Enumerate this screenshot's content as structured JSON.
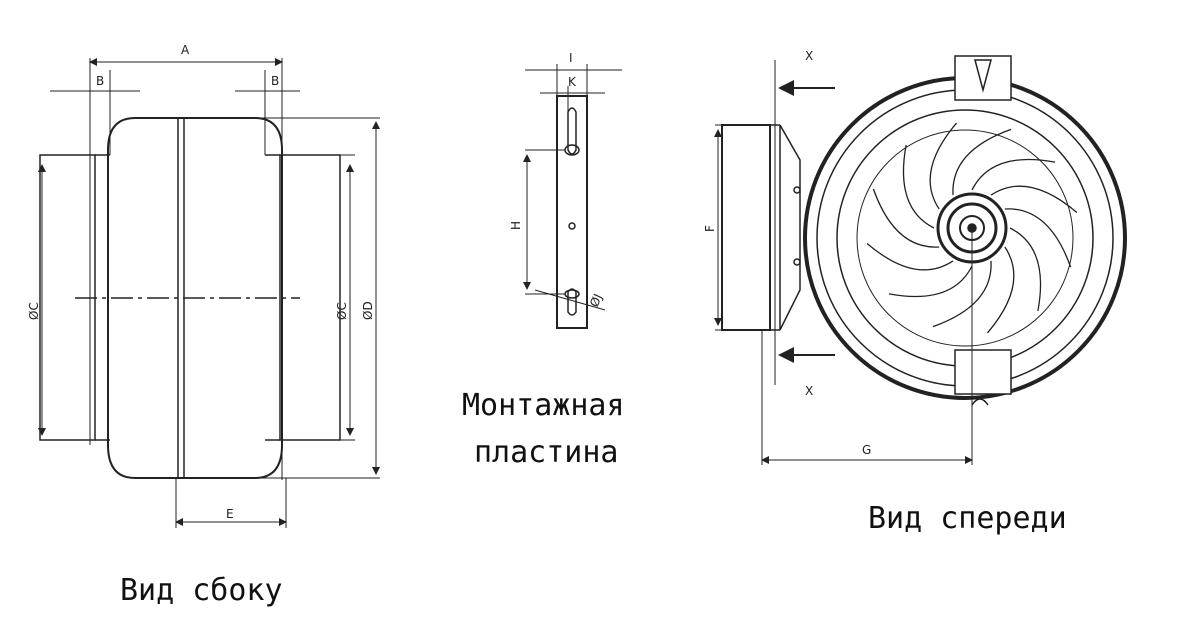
{
  "side_view": {
    "caption": "Вид сбоку",
    "dims": {
      "A": "A",
      "B_left": "B",
      "B_right": "B",
      "C_left": "ØC",
      "C_right": "ØC",
      "D": "ØD",
      "E": "E"
    }
  },
  "plate_view": {
    "caption_line1": "Монтажная",
    "caption_line2": "пластина",
    "dims": {
      "I": "I",
      "K": "K",
      "H": "H",
      "J": "ØJ"
    }
  },
  "front_view": {
    "caption": "Вид спереди",
    "dims": {
      "X_top": "X",
      "X_bottom": "X",
      "F": "F",
      "G": "G"
    }
  },
  "colors": {
    "line": "#222222",
    "background": "#ffffff"
  }
}
